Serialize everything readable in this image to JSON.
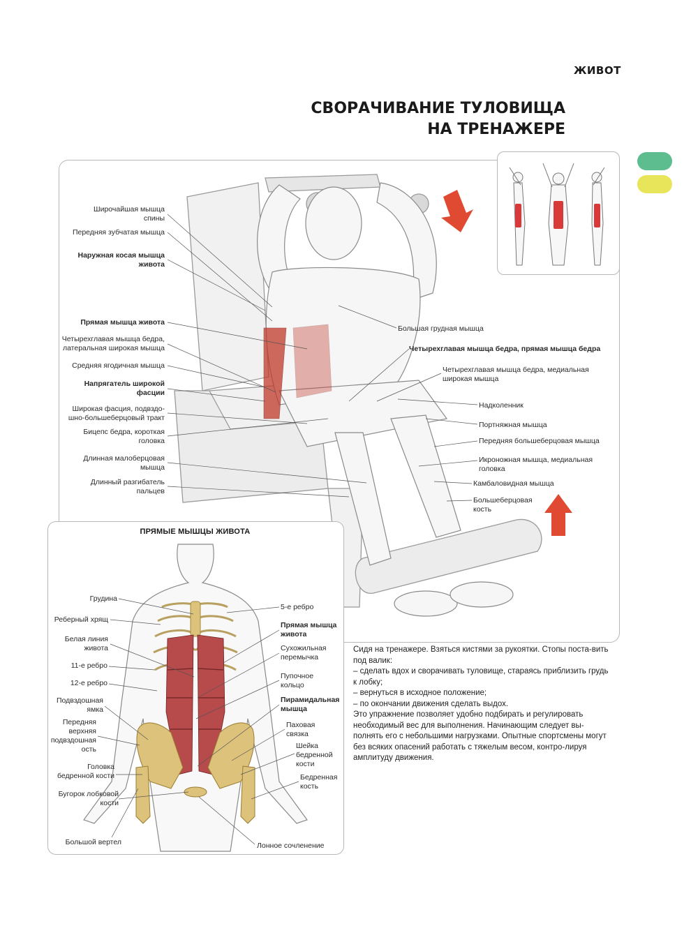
{
  "header": {
    "section": "ЖИВОТ",
    "title_line1": "СВОРАЧИВАНИЕ ТУЛОВИЩА",
    "title_line2": "НА ТРЕНАЖЕРЕ"
  },
  "colors": {
    "marker_green": "#5dbd8f",
    "marker_yellow": "#e8e55a",
    "muscle_red": "#c0392b",
    "arrow_red": "#e04a33"
  },
  "main_labels": {
    "latissimus": "Широчайшая мышца\nспины",
    "serratus": "Передняя зубчатая мышца",
    "external_oblique": "Наружная косая мышца\nживота",
    "rectus_abdominis": "Прямая мышца живота",
    "vastus_lateralis": "Четырехглавая мышца бедра,\nлатеральная широкая мышца",
    "gluteus_medius": "Средняя ягодичная мышца",
    "tensor_fasciae": "Напрягатель широкой\nфасции",
    "it_tract": "Широкая фасция, подвздо-\nшно-большеберцовый тракт",
    "biceps_femoris": "Бицепс бедра, короткая\nголовка",
    "peroneus_longus": "Длинная малоберцовая\nмышца",
    "extensor_digitorum": "Длинный разгибатель\nпальцев",
    "pectoralis_major": "Большая грудная мышца",
    "rectus_femoris": "Четырехглавая мышца бедра, прямая мышца бедра",
    "vastus_medialis": "Четырехглавая мышца бедра, медиальная\nширокая мышца",
    "patella": "Надколенник",
    "sartorius": "Портняжная мышца",
    "tibialis_anterior": "Передняя большеберцовая мышца",
    "gastrocnemius": "Икроножная мышца, медиальная\nголовка",
    "soleus": "Камбаловидная мышца",
    "tibia": "Большеберцовая\nкость"
  },
  "abs_box": {
    "title": "ПРЯМЫЕ МЫШЦЫ ЖИВОТА",
    "left_labels": {
      "sternum": "Грудина",
      "costal_cartilage": "Реберный хрящ",
      "linea_alba": "Белая линия\nживота",
      "rib11": "11-е ребро",
      "rib12": "12-е ребро",
      "iliac_fossa": "Подвздошная\nямка",
      "asis": "Передняя\nверхняя\nподвздошная\nость",
      "femoral_head": "Головка\nбедренной кости",
      "pubic_tubercle": "Бугорок лобковой\nкости",
      "greater_trochanter": "Большой вертел"
    },
    "right_labels": {
      "rib5": "5-е ребро",
      "rectus": "Прямая мышца\nживота",
      "tendinous": "Сухожильная\nперемычка",
      "umbilical": "Пупочное\nкольцо",
      "pyramidalis": "Пирамидальная\nмышца",
      "inguinal": "Паховая\nсвязка",
      "femoral_neck": "Шейка\nбедренной\nкости",
      "femur": "Бедренная\nкость",
      "symphysis": "Лонное сочленение"
    }
  },
  "description": {
    "p1": "Сидя на тренажере. Взяться кистями за рукоятки. Стопы поста-вить под валик:",
    "p2": "– сделать вдох и сворачивать туловище, стараясь приблизить грудь к лобку;",
    "p3": "– вернуться в исходное положение;",
    "p4": "– по окончании движения сделать выдох.",
    "p5": "Это упражнение позволяет удобно подбирать и регулировать необходимый вес для выполнения. Начинающим следует вы-полнять его с небольшими нагрузками. Опытные спортсмены могут без всяких опасений работать с тяжелым весом, контро-лируя амплитуду движения."
  }
}
